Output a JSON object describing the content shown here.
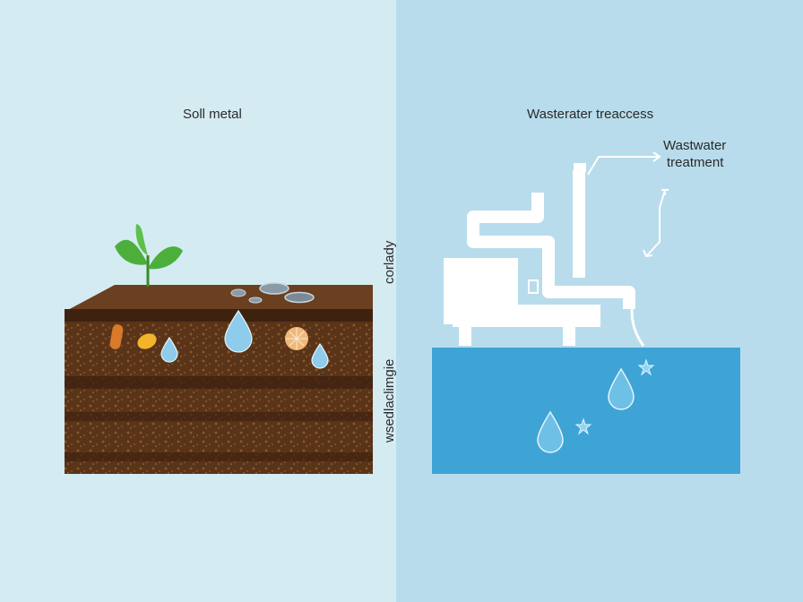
{
  "left_panel": {
    "title": "Soll metal",
    "side_label_top": "corlady",
    "side_label_bottom": "wsedlaclimgie",
    "background": "#d5ebf2"
  },
  "right_panel": {
    "title": "Wasterater treaccess",
    "arrow_label_line1": "Wastwater",
    "arrow_label_line2": "treatment",
    "background": "#b8dcec",
    "water_color": "#3ea4d6"
  },
  "colors": {
    "soil_dark": "#4a2a14",
    "soil_mid": "#6b3f1f",
    "soil_top": "#5a3418",
    "leaf": "#4caf3c",
    "droplet": "#8fcbea",
    "pipe": "#ffffff"
  }
}
